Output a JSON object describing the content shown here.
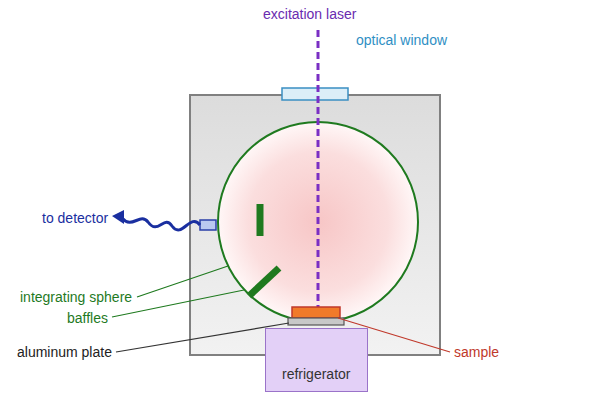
{
  "diagram": {
    "nodes": [
      {
        "text": [
          "refrigerator"
        ]
      }
    ],
    "labels": [
      "excitation laser",
      "optical window",
      "to detector",
      "integrating sphere",
      "baffles",
      "aluminum plate",
      "sample"
    ]
  }
}
